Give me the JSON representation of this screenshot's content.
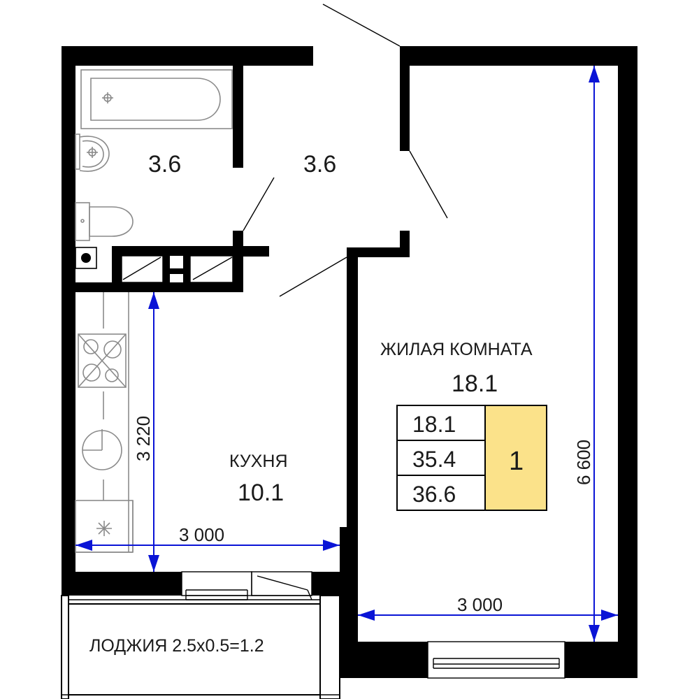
{
  "rooms": {
    "bathroom": {
      "area": "3.6"
    },
    "hall": {
      "area": "3.6"
    },
    "living": {
      "name": "ЖИЛАЯ КОМНАТА",
      "area": "18.1"
    },
    "kitchen": {
      "name": "КУХНЯ",
      "area": "10.1"
    },
    "loggia": {
      "label": "ЛОДЖИЯ 2.5x0.5=1.2"
    }
  },
  "dimensions": {
    "kitchen_width": "3 000",
    "kitchen_depth": "3 220",
    "living_width": "3 000",
    "living_depth": "6 600"
  },
  "summary_table": {
    "living_area": "18.1",
    "total_area": "35.4",
    "total_with_loggia": "36.6",
    "rooms_count": "1"
  },
  "colors": {
    "walls": "#000000",
    "dimension_lines": "#0a14d6",
    "rooms_badge": "#fbe28a"
  },
  "icons": [
    "bathtub-icon",
    "sink-icon",
    "toilet-icon",
    "stove-icon",
    "kitchen-sink-icon",
    "fridge-icon"
  ]
}
